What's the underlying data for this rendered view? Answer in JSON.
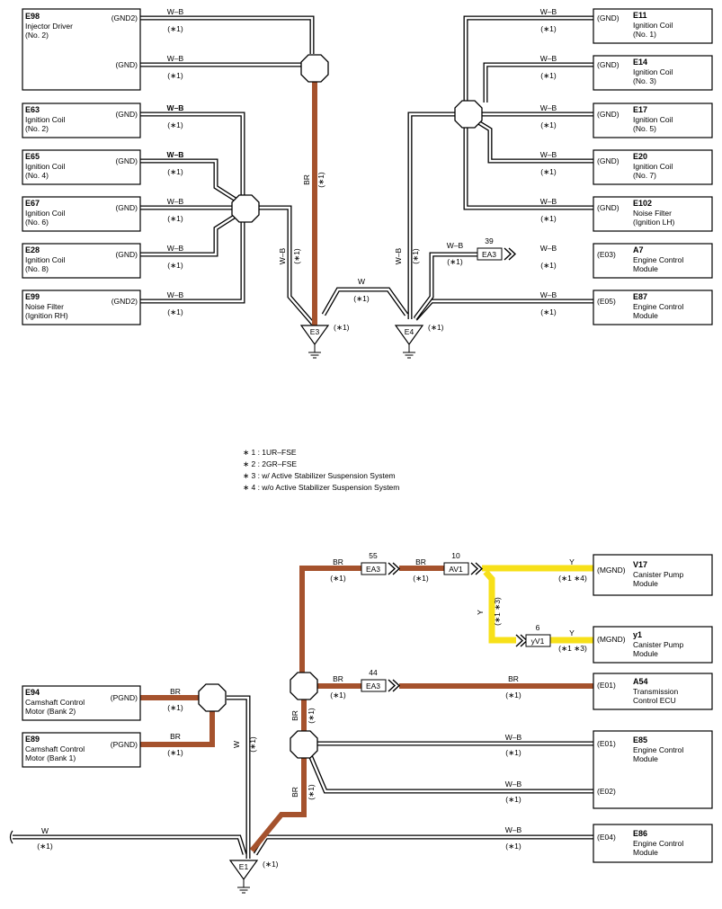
{
  "colors": {
    "harness_white": "#ffffff",
    "harness_outline": "#000000",
    "brown": "#a5522d",
    "yellow": "#f7e019",
    "background": "#ffffff"
  },
  "top": {
    "components": [
      {
        "code": "E98",
        "name": [
          "Injector Driver",
          "(No. 2)"
        ],
        "pins": [
          "(GND2)",
          "(GND)"
        ]
      },
      {
        "code": "E63",
        "name": [
          "Ignition Coil",
          "(No. 2)"
        ],
        "pins": [
          "(GND)"
        ]
      },
      {
        "code": "E65",
        "name": [
          "Ignition Coil",
          "(No. 4)"
        ],
        "pins": [
          "(GND)"
        ]
      },
      {
        "code": "E67",
        "name": [
          "Ignition Coil",
          "(No. 6)"
        ],
        "pins": [
          "(GND)"
        ]
      },
      {
        "code": "E28",
        "name": [
          "Ignition Coil",
          "(No. 8)"
        ],
        "pins": [
          "(GND)"
        ]
      },
      {
        "code": "E99",
        "name": [
          "Noise Filter",
          "(Ignition RH)"
        ],
        "pins": [
          "(GND2)"
        ]
      },
      {
        "code": "E11",
        "name": [
          "Ignition Coil",
          "(No. 1)"
        ],
        "pins": [
          "(GND)"
        ]
      },
      {
        "code": "E14",
        "name": [
          "Ignition Coil",
          "(No. 3)"
        ],
        "pins": [
          "(GND)"
        ]
      },
      {
        "code": "E17",
        "name": [
          "Ignition Coil",
          "(No. 5)"
        ],
        "pins": [
          "(GND)"
        ]
      },
      {
        "code": "E20",
        "name": [
          "Ignition Coil",
          "(No. 7)"
        ],
        "pins": [
          "(GND)"
        ]
      },
      {
        "code": "E102",
        "name": [
          "Noise Filter",
          "(Ignition LH)"
        ],
        "pins": [
          "(GND)"
        ]
      },
      {
        "code": "A7",
        "name": [
          "Engine Control",
          "Module"
        ],
        "pins": [
          "(E03)"
        ]
      },
      {
        "code": "E87",
        "name": [
          "Engine Control",
          "Module"
        ],
        "pins": [
          "(E05)"
        ]
      }
    ],
    "wire_labels": {
      "wb": "W–B",
      "br": "BR",
      "w": "W"
    },
    "connector_ea3": {
      "name": "EA3",
      "pin": "39"
    },
    "grounds": [
      "E3",
      "E4"
    ]
  },
  "note_marker": "(∗1)",
  "footnotes": [
    "∗ 1 : 1UR–FSE",
    "∗ 2 : 2GR–FSE",
    "∗ 3 : w/ Active Stabilizer Suspension System",
    "∗ 4 : w/o Active Stabilizer Suspension System"
  ],
  "bottom": {
    "components": [
      {
        "code": "V17",
        "name": [
          "Canister Pump",
          "Module"
        ],
        "pins": [
          "(MGND)"
        ],
        "note": "(∗1 ∗4)"
      },
      {
        "code": "y1",
        "name": [
          "Canister Pump",
          "Module"
        ],
        "pins": [
          "(MGND)"
        ],
        "note": "(∗1 ∗3)"
      },
      {
        "code": "A54",
        "name": [
          "Transmission",
          "Control ECU"
        ],
        "pins": [
          "(E01)"
        ]
      },
      {
        "code": "E85",
        "name": [
          "Engine Control",
          "Module"
        ],
        "pins": [
          "(E01)",
          "(E02)"
        ]
      },
      {
        "code": "E86",
        "name": [
          "Engine Control",
          "Module"
        ],
        "pins": [
          "(E04)"
        ]
      },
      {
        "code": "E94",
        "name": [
          "Camshaft Control",
          "Motor (Bank 2)"
        ],
        "pins": [
          "(PGND)"
        ]
      },
      {
        "code": "E89",
        "name": [
          "Camshaft Control",
          "Motor (Bank 1)"
        ],
        "pins": [
          "(PGND)"
        ]
      }
    ],
    "connectors": [
      {
        "name": "EA3",
        "pin": "55"
      },
      {
        "name": "AV1",
        "pin": "10"
      },
      {
        "name": "yV1",
        "pin": "6"
      },
      {
        "name": "EA3",
        "pin": "44"
      }
    ],
    "wire_labels": {
      "br": "BR",
      "wb": "W–B",
      "w": "W",
      "y": "Y"
    },
    "vertical_note": "(∗1 ∗3)",
    "ground": "E1"
  }
}
